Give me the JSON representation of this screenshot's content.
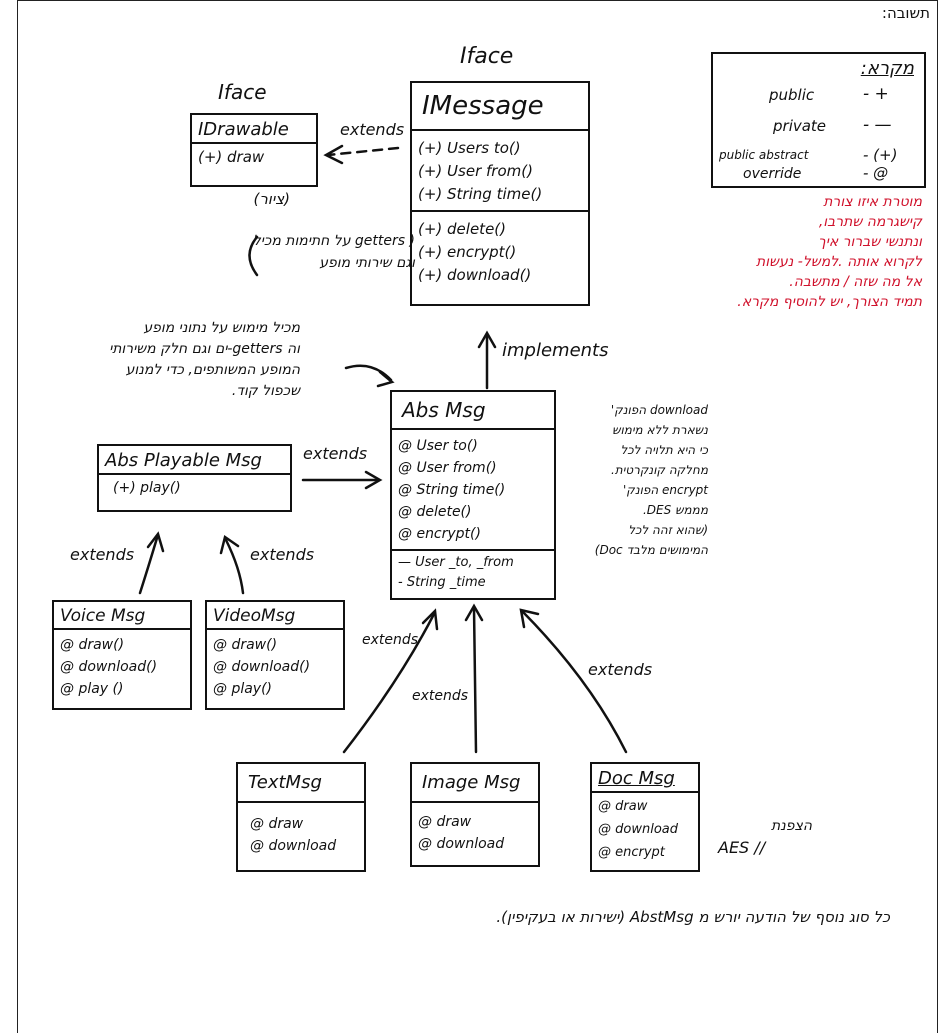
{
  "header_label": "תשובה:",
  "labels": {
    "iface_top": "Iface",
    "iface_left": "Iface",
    "extends_draw": "extends",
    "implements": "implements",
    "extends_playable": "extends",
    "extends_voice": "extends",
    "extends_video": "extends",
    "extends_text": "extends",
    "extends_image": "extends",
    "extends_doc": "extends"
  },
  "boxes": {
    "imessage": {
      "title": "IMessage",
      "g1": [
        "(+) Users  to()",
        "(+) User  from()",
        "(+) String  time()"
      ],
      "g2": [
        "(+) delete()",
        "(+) encrypt()",
        "(+) download()"
      ]
    },
    "idrawable": {
      "title": "IDrawable",
      "m1": "(+) draw"
    },
    "absmsg": {
      "title": "Abs Msg",
      "methods": [
        "@ User  to()",
        "@ User  from()",
        "@ String  time()",
        "@ delete()",
        "@ encrypt()"
      ],
      "fields": [
        "— User _to, _from",
        "- String _time"
      ]
    },
    "absplayable": {
      "title": "Abs Playable Msg",
      "m1": "(+) play()"
    },
    "voice": {
      "title": "Voice Msg",
      "m": [
        "@ draw()",
        "@ download()",
        "@ play ()"
      ]
    },
    "video": {
      "title": "VideoMsg",
      "m": [
        "@ draw()",
        "@ download()",
        "@ play()"
      ]
    },
    "text": {
      "title": "TextMsg",
      "m": [
        "@ draw",
        "@ download"
      ]
    },
    "image": {
      "title": "Image Msg",
      "m": [
        "@ draw",
        "@ download"
      ]
    },
    "doc": {
      "title": "Doc Msg",
      "m": [
        "@ draw",
        "@ download",
        "@ encrypt"
      ]
    }
  },
  "legend": {
    "title": "מקרא:",
    "rows": [
      {
        "name": "public",
        "sym": "- +"
      },
      {
        "name": "private",
        "sym": "- —"
      },
      {
        "name": "public abstract",
        "sym": "- (+)"
      },
      {
        "name": "override",
        "sym": "- @"
      }
    ]
  },
  "notes": {
    "red": [
      "מוטרת איזו צורת",
      "קישגרמה שתרבו,",
      "ונתנשי שברור איך",
      "לקרוא אותה .למשל- נעשות",
      "אל מה שזה / מתשבה.",
      "תמיד הצורך, יש להוסיף מקרא."
    ],
    "nikud": "(ציור)",
    "getters": [
      "( getters על חתימות  מכיל",
      "וגם שירותי  מופע"
    ],
    "instance": [
      "מכיל מימוש על נתוני מופע",
      "וה getters-ים וגם חלק משירותי",
      "המופע המשותפים, כדי למנוע",
      "שכפול קוד."
    ],
    "download": [
      "download הפונק'",
      "נשארת ללא מימוש",
      "כי היא תלויה לכל",
      "מחלקה קונקרטית.",
      "encrypt הפונק'",
      "מממש DES.",
      "(שהוא זהה לכל",
      "המימושים מלבד Doc)"
    ],
    "aes": [
      "הצפנת",
      "AES  //"
    ],
    "bottom": "כל סוג נוסף של הודעה יורש מ AbstMsg (ישירות או בעקיפין)."
  }
}
